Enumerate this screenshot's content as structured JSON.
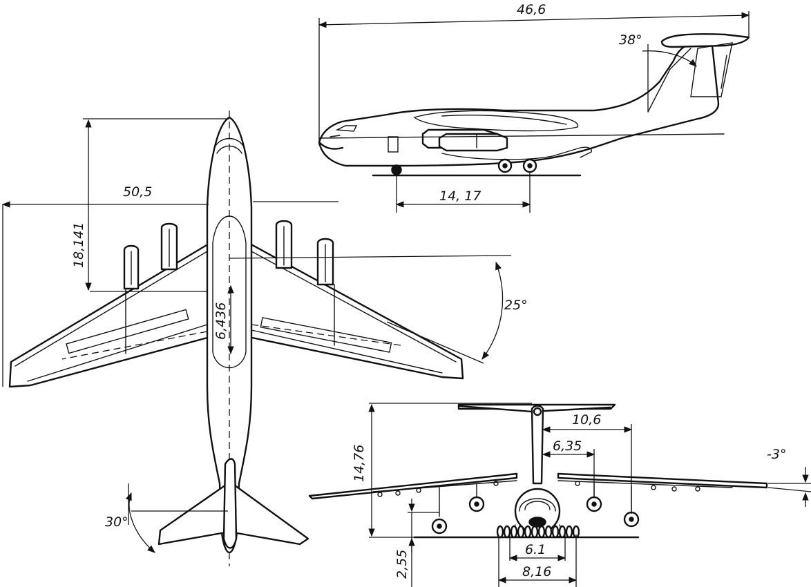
{
  "side_view": {
    "length": "46,6",
    "fin_sweep": "38°",
    "wheelbase": "14, 17"
  },
  "top_view": {
    "span": "50,5",
    "wing_root_offset": "18,141",
    "mac": "6,436",
    "wing_sweep": "25°",
    "tail_sweep": "30°"
  },
  "front_view": {
    "height": "14,76",
    "outer_engine_spacing": "10,6",
    "inner_engine_spacing": "6,35",
    "dihedral": "-3°",
    "ground_clearance": "2,55",
    "main_gear_track_inner": "6.1",
    "main_gear_track_outer": "8,16"
  }
}
